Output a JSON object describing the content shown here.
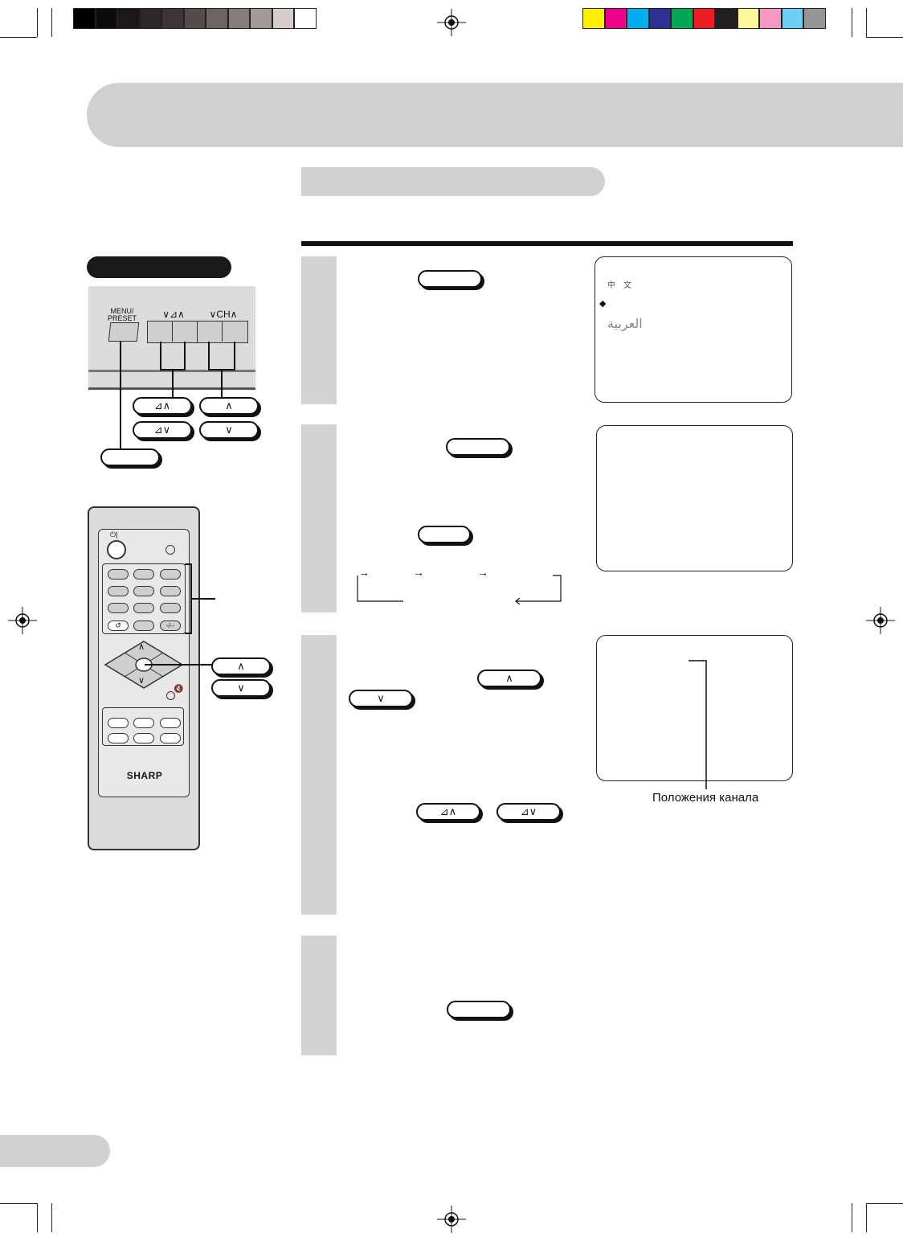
{
  "colors": {
    "grayscale_bar": [
      "#000000",
      "#0e0b0b",
      "#1c1818",
      "#2c2626",
      "#3d3535",
      "#554b4b",
      "#6e6363",
      "#877c7c",
      "#a39999",
      "#d5cccc",
      "#ffffff"
    ],
    "color_bar": [
      "#ffef00",
      "#ec008c",
      "#00aeef",
      "#2e3192",
      "#00a651",
      "#ed1c24",
      "#231f20",
      "#fff799",
      "#f49ac1",
      "#6dcff6",
      "#959595"
    ],
    "band_gray": "#d0d0d0"
  },
  "tv_panel": {
    "menu_label": "MENU/\nPRESET",
    "volume_label": "∨⊿∧",
    "channel_label": "∨CH∧",
    "vol_up": "⊿∧",
    "vol_down": "⊿∨",
    "ch_up": "∧",
    "ch_down": "∨"
  },
  "remote": {
    "power_symbol": "⏻|",
    "brand": "SHARP",
    "flashback_symbol": "↺",
    "digit_symbol": "-/--",
    "mute_symbol": "🔇",
    "up": "∧",
    "down": "∨"
  },
  "menu_screen": {
    "chinese": "中　文",
    "selected_marker": "◆",
    "arabic": "العربية"
  },
  "step3": {
    "up_btn": "∧",
    "down_btn": "∨",
    "vol_up": "⊿∧",
    "vol_down": "⊿∨"
  },
  "channel_caption": "Положения канала",
  "flow_arrows": [
    "→",
    "→",
    "→"
  ]
}
